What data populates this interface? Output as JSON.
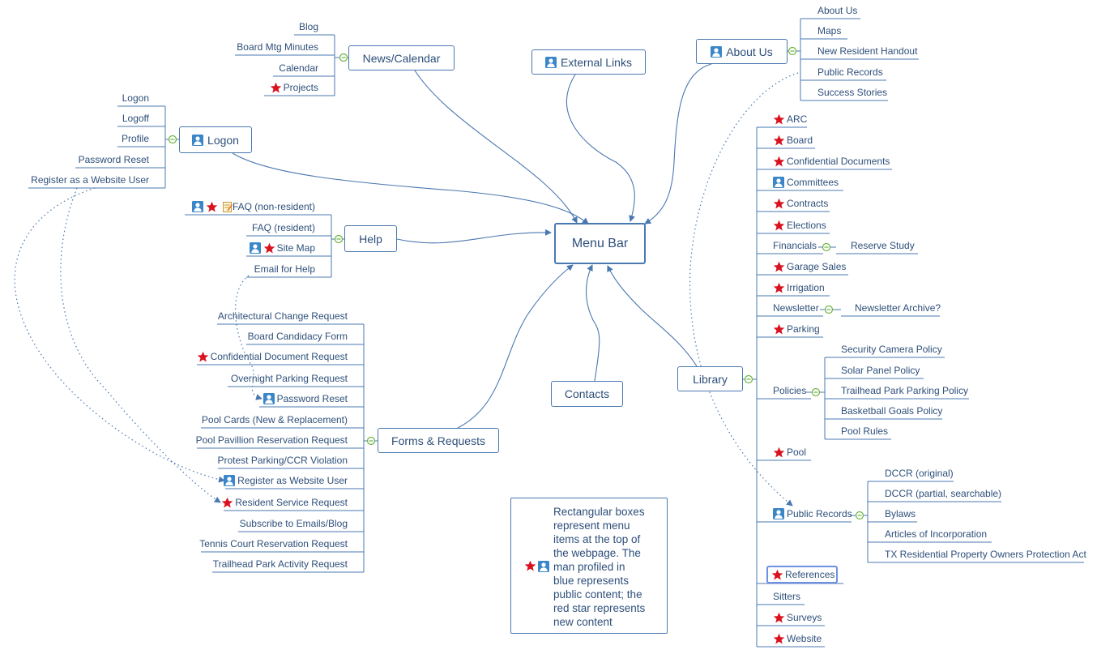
{
  "colors": {
    "line": "#4a78b0",
    "text": "#2e4f7a",
    "star": "#d9121f",
    "person": "#3a86c8",
    "toggle": "#6cb33f",
    "highlight": "#6f8fe0"
  },
  "center": {
    "label": "Menu Bar"
  },
  "news": {
    "label": "News/Calendar",
    "items": [
      {
        "label": "Blog"
      },
      {
        "label": "Board Mtg Minutes"
      },
      {
        "label": "Calendar"
      },
      {
        "label": "Projects",
        "icons": [
          "star-icon"
        ]
      }
    ]
  },
  "external": {
    "label": "External Links",
    "icons": [
      "person-icon"
    ]
  },
  "about": {
    "label": "About Us",
    "icons": [
      "person-icon"
    ],
    "items": [
      {
        "label": "About Us"
      },
      {
        "label": "Maps"
      },
      {
        "label": "New Resident Handout"
      },
      {
        "label": "Public Records"
      },
      {
        "label": "Success Stories"
      }
    ]
  },
  "logon": {
    "label": "Logon",
    "icons": [
      "person-icon"
    ],
    "items": [
      {
        "label": "Logon"
      },
      {
        "label": "Logoff"
      },
      {
        "label": "Profile"
      },
      {
        "label": "Password Reset"
      },
      {
        "label": "Register as a Website User"
      }
    ]
  },
  "help": {
    "label": "Help",
    "items": [
      {
        "label": "FAQ (non-resident)",
        "icons": [
          "person-icon",
          "star-icon",
          "memo-icon"
        ]
      },
      {
        "label": "FAQ (resident)"
      },
      {
        "label": "Site Map",
        "icons": [
          "person-icon",
          "star-icon"
        ]
      },
      {
        "label": "Email for Help"
      }
    ]
  },
  "forms": {
    "label": "Forms & Requests",
    "items": [
      {
        "label": "Architectural Change Request"
      },
      {
        "label": "Board Candidacy Form"
      },
      {
        "label": "Confidential Document Request",
        "icons": [
          "star-icon"
        ]
      },
      {
        "label": "Overnight Parking Request"
      },
      {
        "label": "Password Reset",
        "icons": [
          "person-icon"
        ]
      },
      {
        "label": "Pool Cards (New & Replacement)"
      },
      {
        "label": "Pool Pavillion Reservation Request"
      },
      {
        "label": "Protest Parking/CCR Violation"
      },
      {
        "label": "Register as Website User",
        "icons": [
          "person-icon"
        ]
      },
      {
        "label": "Resident Service Request",
        "icons": [
          "star-icon"
        ]
      },
      {
        "label": "Subscribe to Emails/Blog"
      },
      {
        "label": "Tennis Court Reservation Request"
      },
      {
        "label": "Trailhead Park Activity Request"
      }
    ]
  },
  "contacts": {
    "label": "Contacts"
  },
  "library": {
    "label": "Library",
    "items": [
      {
        "label": "ARC",
        "icons": [
          "star-icon"
        ]
      },
      {
        "label": "Board",
        "icons": [
          "star-icon"
        ]
      },
      {
        "label": "Confidential Documents",
        "icons": [
          "star-icon"
        ]
      },
      {
        "label": "Committees",
        "icons": [
          "person-icon"
        ]
      },
      {
        "label": "Contracts",
        "icons": [
          "star-icon"
        ]
      },
      {
        "label": "Elections",
        "icons": [
          "star-icon"
        ]
      },
      {
        "label": "Financials",
        "children": [
          {
            "label": "Reserve Study"
          }
        ]
      },
      {
        "label": "Garage Sales",
        "icons": [
          "star-icon"
        ]
      },
      {
        "label": "Irrigation",
        "icons": [
          "star-icon"
        ]
      },
      {
        "label": "Newsletter",
        "children": [
          {
            "label": "Newsletter Archive?"
          }
        ]
      },
      {
        "label": "Parking",
        "icons": [
          "star-icon"
        ]
      },
      {
        "label": "Policies",
        "children": [
          {
            "label": "Security Camera Policy"
          },
          {
            "label": "Solar Panel Policy"
          },
          {
            "label": "Trailhead Park Parking Policy"
          },
          {
            "label": "Basketball Goals Policy"
          },
          {
            "label": "Pool Rules"
          }
        ]
      },
      {
        "label": "Pool",
        "icons": [
          "star-icon"
        ]
      },
      {
        "label": "Public Records",
        "icons": [
          "person-icon"
        ],
        "children": [
          {
            "label": "DCCR (original)"
          },
          {
            "label": "DCCR (partial, searchable)"
          },
          {
            "label": "Bylaws"
          },
          {
            "label": "Articles of Incorporation"
          },
          {
            "label": "TX Residential Property Owners Protection Act"
          }
        ]
      },
      {
        "label": "References",
        "icons": [
          "star-icon"
        ]
      },
      {
        "label": "Sitters"
      },
      {
        "label": "Surveys",
        "icons": [
          "star-icon"
        ]
      },
      {
        "label": "Website",
        "icons": [
          "star-icon"
        ]
      }
    ]
  },
  "legend": {
    "icons": [
      "star-icon",
      "person-icon"
    ],
    "text": "Rectangular boxes\nrepresent menu\nitems at the top of\nthe webpage. The\nman profiled in\nblue represents\npublic content; the\nred star represents\nnew content"
  }
}
